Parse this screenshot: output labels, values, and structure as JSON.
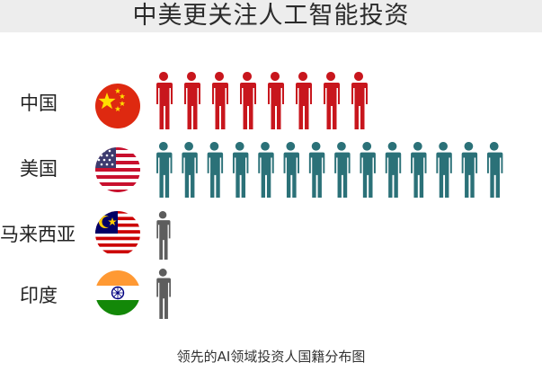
{
  "title": "中美更关注人工智能投资",
  "caption": "领先的AI领域投资人国籍分布图",
  "colors": {
    "china": "#c8161d",
    "usa": "#2b7178",
    "malaysia": "#5d5d5d",
    "india": "#5d5d5d"
  },
  "chart_data": {
    "type": "pictograph",
    "title": "中美更关注人工智能投资",
    "categories": [
      "中国",
      "美国",
      "马来西亚",
      "印度"
    ],
    "values": [
      8,
      14,
      1,
      1
    ],
    "icon": "person-icon",
    "flags": [
      "china-flag-icon",
      "usa-flag-icon",
      "malaysia-flag-icon",
      "india-flag-icon"
    ]
  }
}
